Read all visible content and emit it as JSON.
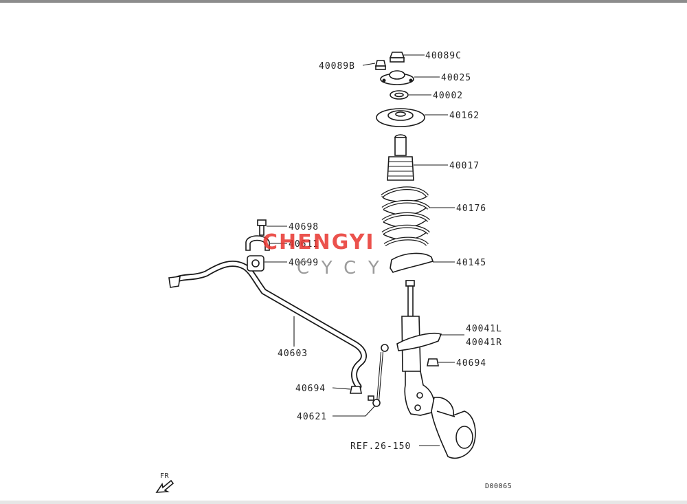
{
  "callouts": {
    "p40089c": "40089C",
    "p40089b": "40089B",
    "p40025": "40025",
    "p40002": "40002",
    "p40162": "40162",
    "p40017": "40017",
    "p40176": "40176",
    "p40698": "40698",
    "p40611": "40611",
    "p40699": "40699",
    "p40145": "40145",
    "p40041l": "40041L",
    "p40041r": "40041R",
    "p40694_right": "40694",
    "p40603": "40603",
    "p40694_left": "40694",
    "p40621": "40621",
    "ref": "REF.26-150"
  },
  "orientation": {
    "label": "FR",
    "icon": "forward-arrow-icon"
  },
  "diagram_code": "D00065",
  "watermark": {
    "brand": "CHENGYI",
    "sub": "CYCY",
    "color_red": "#e8342e",
    "color_gray": "#9a9a9a"
  },
  "colors": {
    "ink": "#1a1a1a",
    "background": "#ffffff"
  }
}
